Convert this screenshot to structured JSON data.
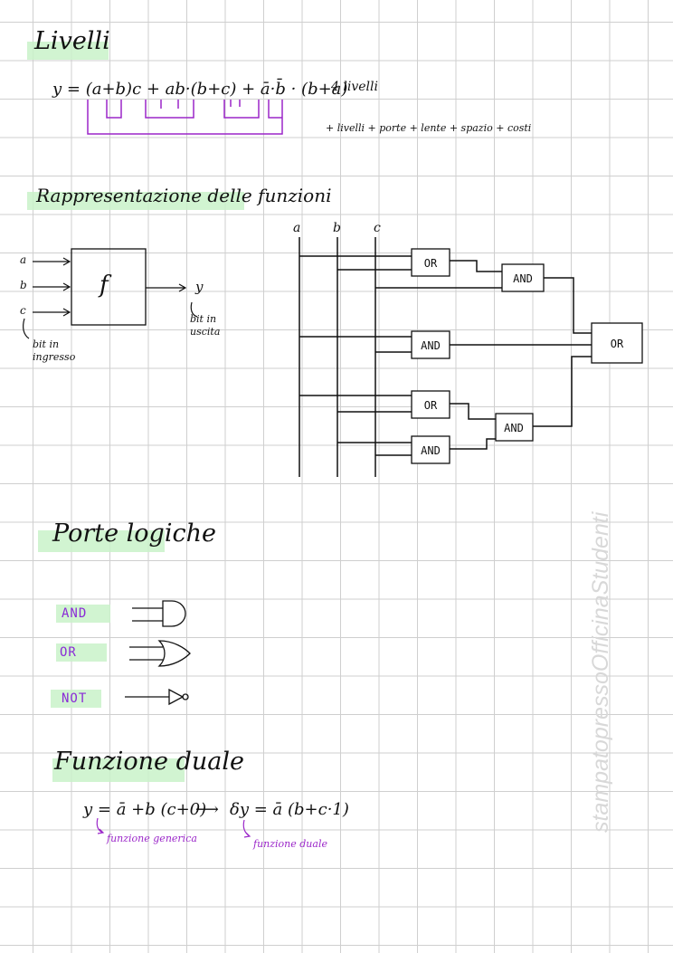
{
  "sections": {
    "livelli": {
      "title": "Livelli"
    },
    "rappresentazione": {
      "title": "Rappresentazione delle funzioni"
    },
    "porte": {
      "title": "Porte logiche"
    },
    "duale": {
      "title": "Funzione duale"
    }
  },
  "livelli": {
    "formula": "y = (a+b)c + ab·(b+c) + ā·b̄ · (b+a)",
    "count": "4 livelli",
    "list": "+ livelli + porte + lente + spazio + costi"
  },
  "block": {
    "inputs": [
      "a",
      "b",
      "c"
    ],
    "func": "f",
    "output": "y",
    "inputs_note": "bit in ingresso",
    "output_note": "bit in uscita"
  },
  "circuit": {
    "inputs": [
      "a",
      "b",
      "c"
    ],
    "gates": [
      "OR",
      "AND",
      "AND",
      "OR",
      "AND",
      "AND",
      "OR"
    ]
  },
  "porte": {
    "gates": [
      {
        "label": "AND"
      },
      {
        "label": "OR"
      },
      {
        "label": "NOT"
      }
    ]
  },
  "duale": {
    "formula_left": "y = ā +b (c+0)",
    "arrow": "⟶",
    "formula_right": "δy = ā (b+c·1)",
    "note_left": "funzione generica",
    "note_right": "funzione duale"
  },
  "watermark": "stampatopressoOfficinaStudenti",
  "colors": {
    "highlight": "#c9f2c9",
    "accent": "#9b27c9",
    "grid": "#cfcfcf"
  }
}
